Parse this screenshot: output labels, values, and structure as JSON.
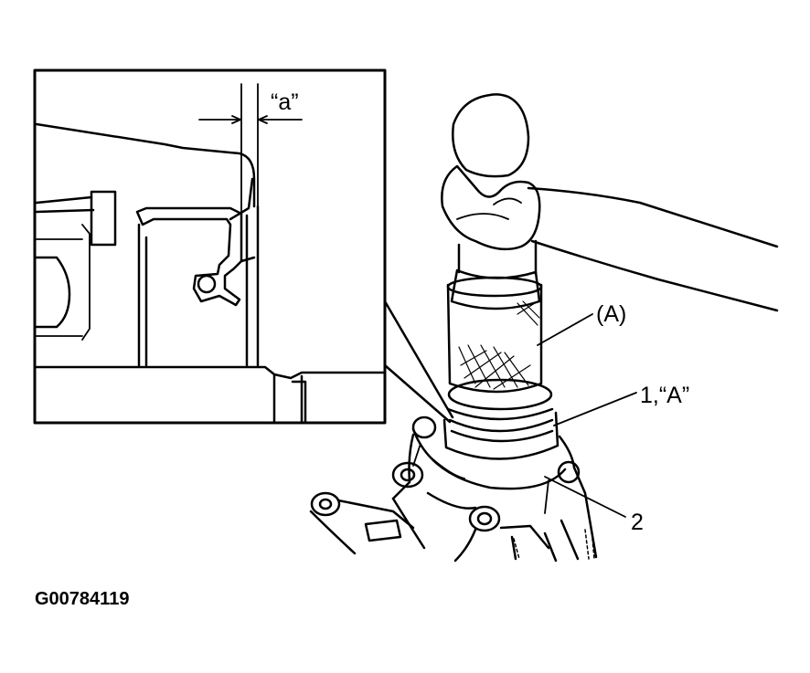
{
  "labels": {
    "gap": "“a”",
    "tool": "(A)",
    "seal": "1,“A”",
    "part": "2"
  },
  "figure_id": "G00784119"
}
